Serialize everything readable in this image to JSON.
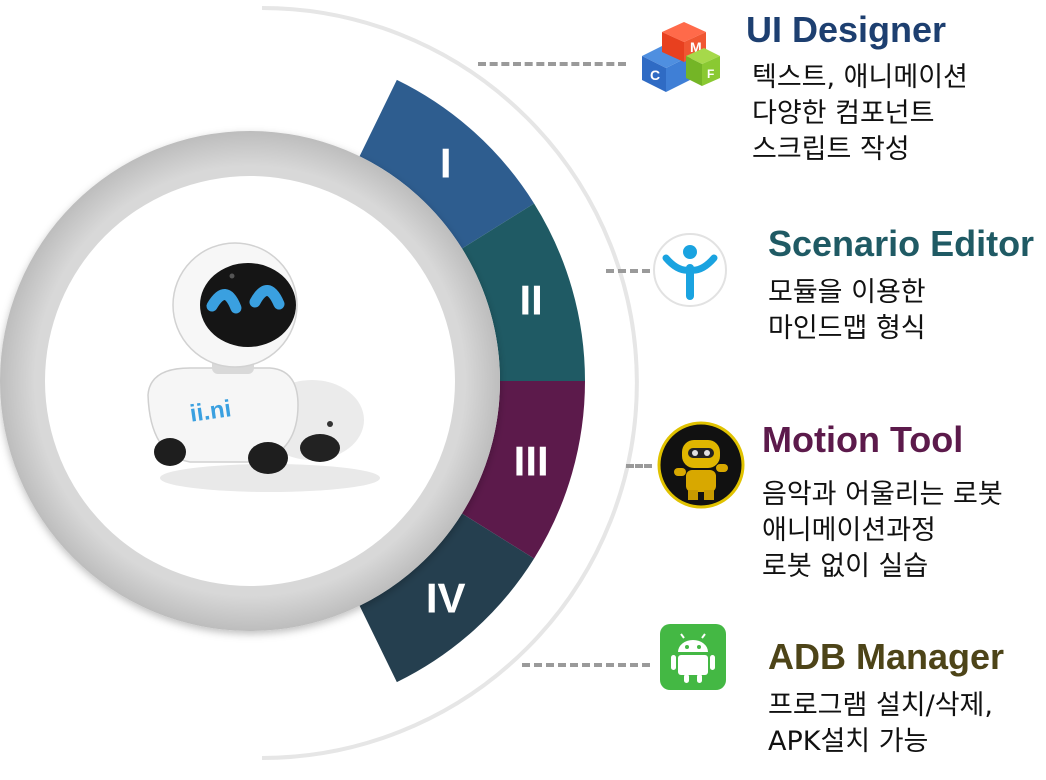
{
  "sections": [
    {
      "numeral": "I",
      "color": "#2e5d8f",
      "title": "UI Designer",
      "title_color": "#1d3f70",
      "icon": "cube-blocks-icon",
      "description": "텍스트,  애니메이션\n다양한 컴포넌트\n스크립트 작성"
    },
    {
      "numeral": "II",
      "color": "#1f5a64",
      "title": "Scenario Editor",
      "title_color": "#1f5a64",
      "icon": "scenario-person-icon",
      "description": "모듈을 이용한\n마인드맵 형식"
    },
    {
      "numeral": "III",
      "color": "#5c1a4b",
      "title": "Motion Tool",
      "title_color": "#5c1a4b",
      "icon": "robot-character-icon",
      "description": "음악과 어울리는 로봇\n애니메이션과정\n로봇 없이 실습"
    },
    {
      "numeral": "IV",
      "color": "#253f4f",
      "title": "ADB Manager",
      "title_color": "#4d4418",
      "icon": "android-icon",
      "description": "프로그램 설치/삭제,\nAPK설치 가능"
    }
  ],
  "robot": {
    "brand_label": "ii.ni",
    "body_color": "#f4f4f4",
    "eye_color": "#3aa0e0"
  }
}
